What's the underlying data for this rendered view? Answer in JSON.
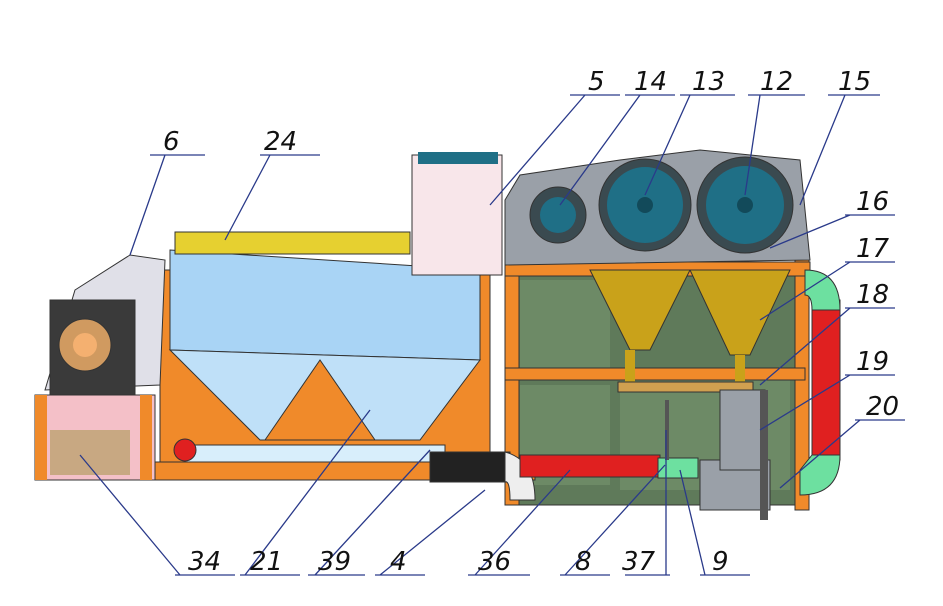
{
  "diagram": {
    "type": "technical-cad-assembly",
    "colors": {
      "frame": "#f08a2a",
      "tank": "#a9d4f5",
      "roller": "#1f6f86",
      "hopper": "#c9a21a",
      "pipe_red": "#e02020",
      "pipe_green": "#6de0a0",
      "panel": "#5f7a5a",
      "gray": "#9aa0a8"
    },
    "callouts": {
      "top": [
        "6",
        "24",
        "5",
        "14",
        "13",
        "12",
        "15"
      ],
      "right": [
        "16",
        "17",
        "18",
        "19",
        "20"
      ],
      "bottom": [
        "34",
        "21",
        "39",
        "4",
        "36",
        "8",
        "37",
        "9"
      ]
    }
  }
}
